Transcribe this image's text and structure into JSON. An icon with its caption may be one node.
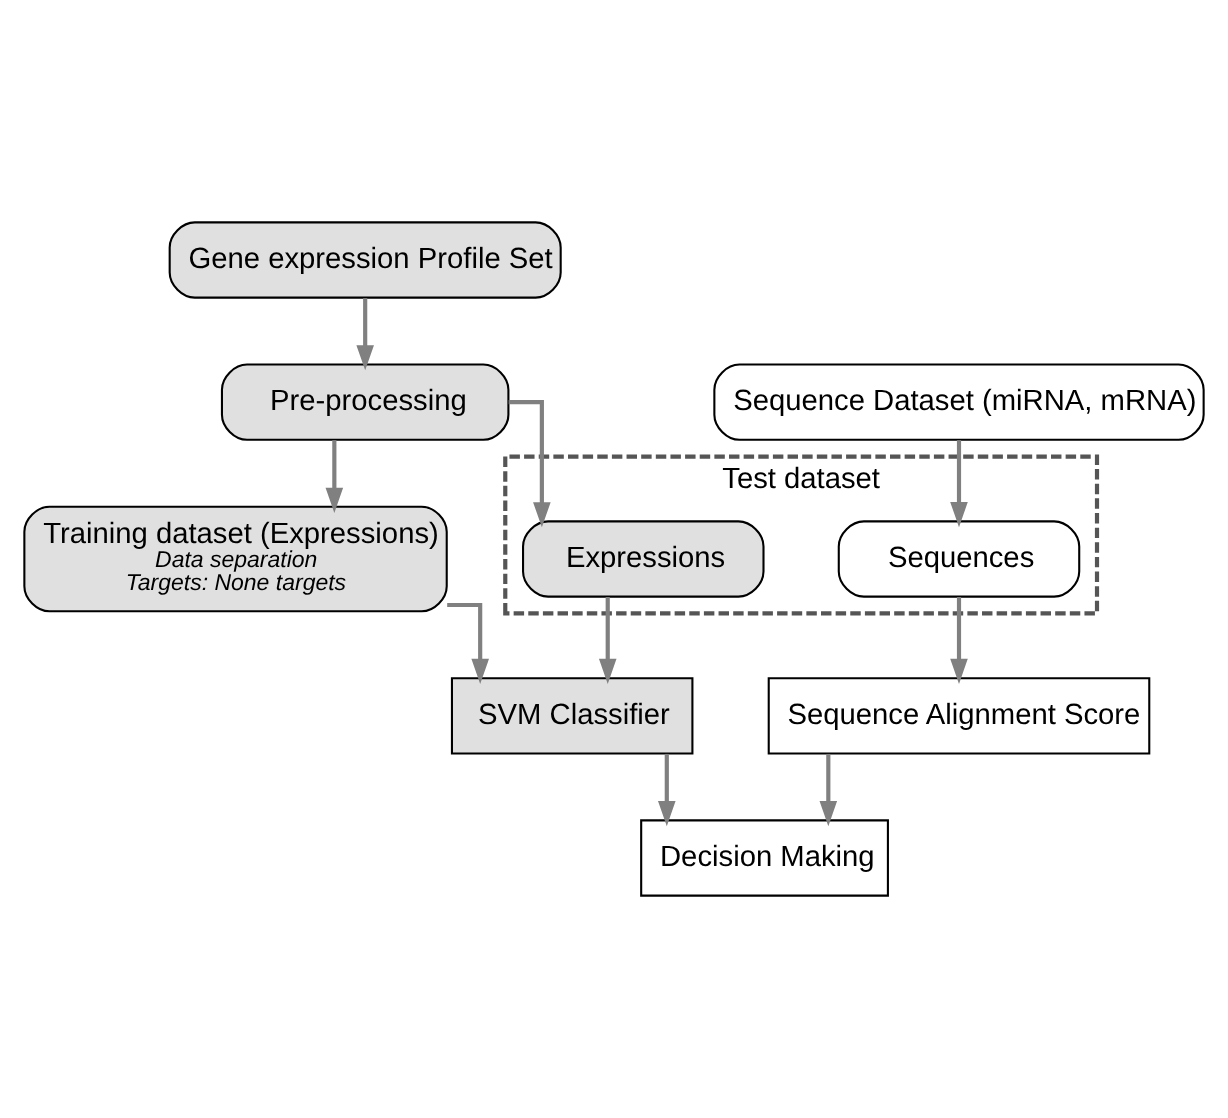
{
  "diagram": {
    "nodes": [
      {
        "text": [
          "Gene expression Profile Set"
        ]
      },
      {
        "text": [
          "Pre-processing"
        ]
      },
      {
        "text": [
          "Training dataset (Expressions)",
          "Data separation",
          "Targets: None targets"
        ]
      },
      {
        "text": [
          "Sequence Dataset (miRNA, mRNA)"
        ]
      },
      {
        "text": [
          "Test dataset"
        ]
      },
      {
        "text": [
          "Expressions"
        ],
        "in": 4
      },
      {
        "text": [
          "Sequences"
        ],
        "in": 4
      },
      {
        "text": [
          "SVM Classifier"
        ]
      },
      {
        "text": [
          "Sequence Alignment Score"
        ]
      },
      {
        "text": [
          "Decision Making"
        ]
      }
    ],
    "edges": [
      {
        "from": 0,
        "to": 1,
        "arrow": "to"
      },
      {
        "from": 1,
        "to": 2,
        "arrow": "to"
      },
      {
        "from": 1,
        "to": 5,
        "arrow": "to"
      },
      {
        "from": 3,
        "to": 6,
        "arrow": "to"
      },
      {
        "from": 2,
        "to": 7,
        "arrow": "to"
      },
      {
        "from": 5,
        "to": 7,
        "arrow": "to"
      },
      {
        "from": 6,
        "to": 8,
        "arrow": "to"
      },
      {
        "from": 7,
        "to": 9,
        "arrow": "to"
      },
      {
        "from": 8,
        "to": 9,
        "arrow": "to"
      }
    ]
  }
}
